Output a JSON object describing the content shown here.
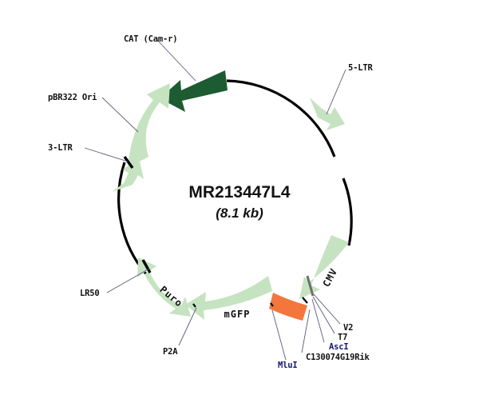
{
  "plasmid": {
    "name": "MR213447L4",
    "size": "(8.1 kb)",
    "colors": {
      "backbone": "#000000",
      "light_green": "#c5e3c0",
      "dark_green": "#1d5b32",
      "orange": "#f4763c",
      "enzyme_label": "#161670",
      "feature_label": "#111111",
      "leader_line": "#5b5b77",
      "gray_tick": "#6e6e6e",
      "background": "#ffffff"
    }
  },
  "features": [
    {
      "id": "cat-cam-r",
      "label": "CAT (Cam-r)",
      "color": "dark_green",
      "direction": "counterclockwise",
      "label_inline": false
    },
    {
      "id": "pbr322-ori",
      "label": "pBR322 Ori",
      "color": "light_green",
      "direction": "clockwise",
      "label_inline": false
    },
    {
      "id": "3-ltr",
      "label": "3-LTR",
      "color": "light_green",
      "direction": "clockwise",
      "label_inline": false
    },
    {
      "id": "5-ltr",
      "label": "5-LTR",
      "color": "light_green",
      "direction": "clockwise",
      "label_inline": false
    },
    {
      "id": "cmv",
      "label": "CMV",
      "color": "light_green",
      "direction": "counterclockwise",
      "label_inline": true
    },
    {
      "id": "c130074g19rik",
      "label": "C130074G19Rik",
      "color": "orange",
      "direction": "counterclockwise",
      "label_inline": false
    },
    {
      "id": "mgfp",
      "label": "mGFP",
      "color": "light_green",
      "direction": "counterclockwise",
      "label_inline": true
    },
    {
      "id": "puro",
      "label": "Puro",
      "color": "light_green",
      "direction": "counterclockwise",
      "label_inline": true
    }
  ],
  "site_labels": [
    {
      "id": "lr50",
      "label": "LR50",
      "type": "site"
    },
    {
      "id": "p2a",
      "label": "P2A",
      "type": "site"
    },
    {
      "id": "mlui",
      "label": "MluI",
      "type": "enzyme"
    },
    {
      "id": "asci",
      "label": "AscI",
      "type": "enzyme"
    },
    {
      "id": "t7",
      "label": "T7",
      "type": "site"
    },
    {
      "id": "v2",
      "label": "V2",
      "type": "site"
    }
  ],
  "callouts": {
    "cat": "CAT (Cam-r)",
    "ori": "pBR322 Ori",
    "ltr3": "3-LTR",
    "ltr5": "5-LTR",
    "lr50": "LR50",
    "p2a": "P2A",
    "mlui": "MluI",
    "rik": "C130074G19Rik",
    "asci": "AscI",
    "t7": "T7",
    "v2": "V2"
  },
  "inline_labels": {
    "cmv": "CMV",
    "mgfp": "mGFP",
    "puro": "Puro"
  }
}
